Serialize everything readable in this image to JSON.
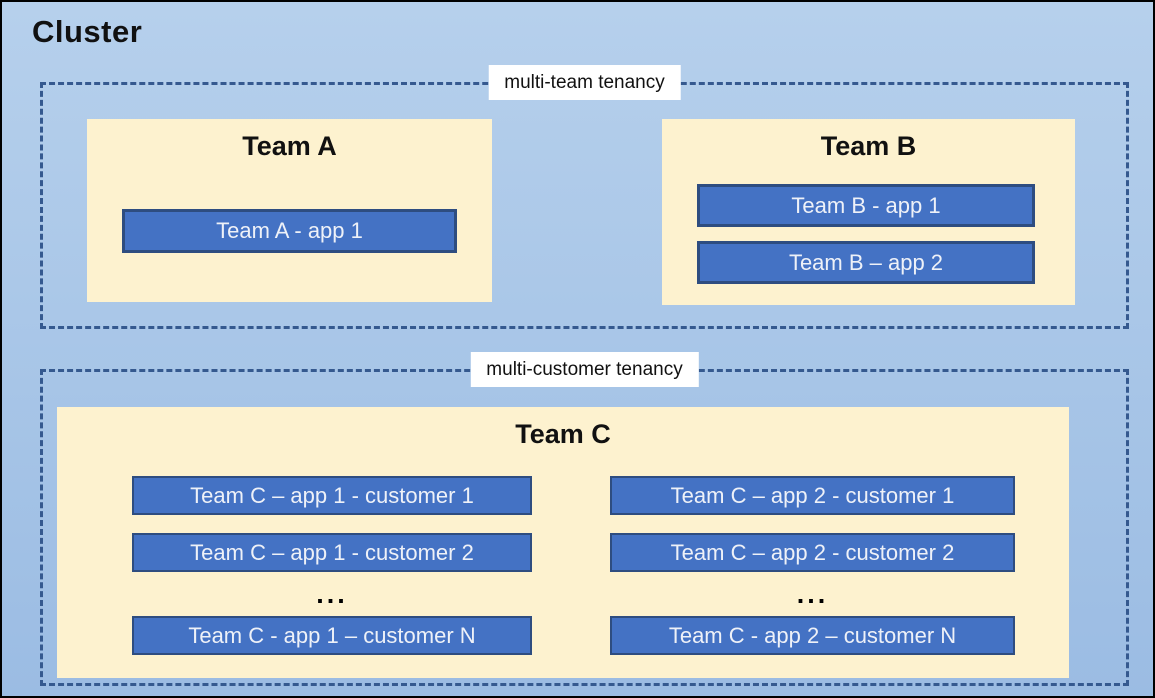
{
  "colors": {
    "canvas_bg_top": "#b6d0ec",
    "canvas_bg_bottom": "#9bbce3",
    "dashed_border": "#35598f",
    "team_fill": "#fdf2cf",
    "app_fill": "#4472c4",
    "app_border": "#2e4d80",
    "app_text": "#eef1f8",
    "label_bg": "#ffffff",
    "text_dark": "#111111"
  },
  "cluster_title": "Cluster",
  "sections": [
    {
      "label": "multi-team tenancy",
      "teams": [
        {
          "name": "Team A",
          "apps": [
            "Team A - app 1"
          ]
        },
        {
          "name": "Team B",
          "apps": [
            "Team B - app 1",
            "Team B – app 2"
          ]
        }
      ]
    },
    {
      "label": "multi-customer tenancy",
      "team": {
        "name": "Team C",
        "columns": [
          {
            "apps": [
              "Team C – app 1 - customer 1",
              "Team C – app 1 - customer 2",
              "Team C - app 1 – customer N"
            ],
            "ellipsis": "..."
          },
          {
            "apps": [
              "Team C – app 2 - customer 1",
              "Team C – app 2 - customer 2",
              "Team C - app 2 – customer N"
            ],
            "ellipsis": "..."
          }
        ]
      }
    }
  ]
}
